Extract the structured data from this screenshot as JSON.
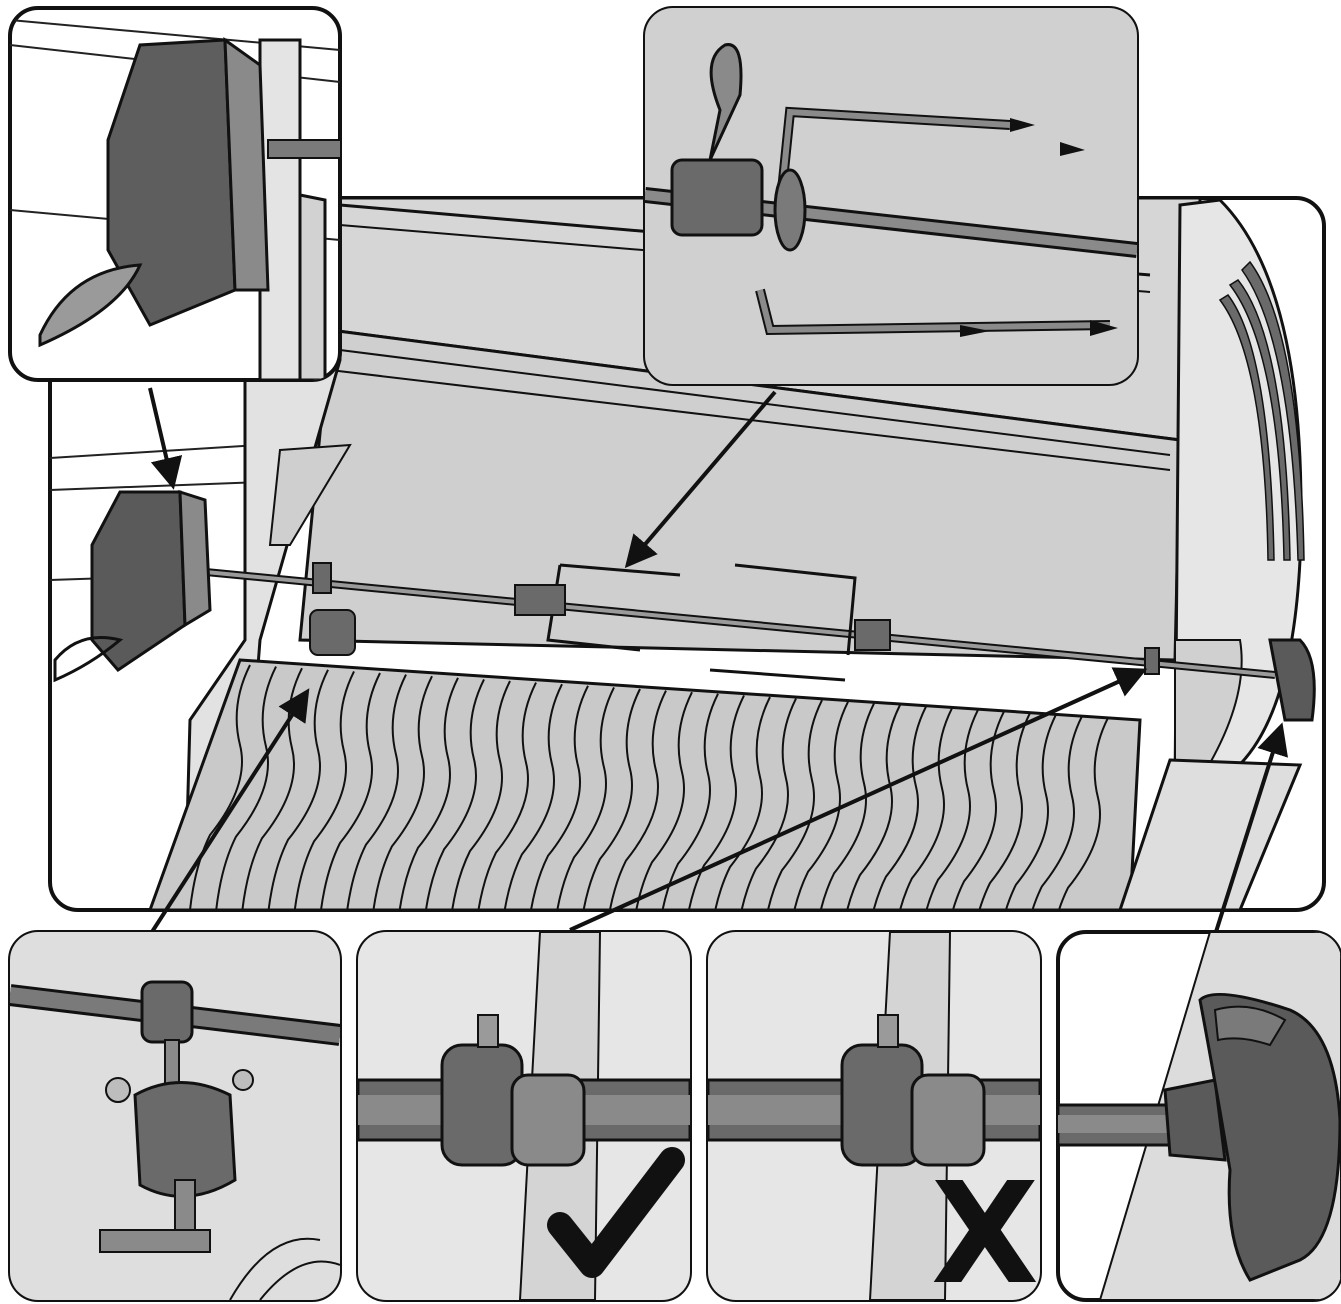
{
  "figure": {
    "palette": {
      "background": "#ffffff",
      "panel_fill": "#d9d9d9",
      "metal_light": "#c8c8c8",
      "metal_mid": "#a6a6a6",
      "part_dark": "#7a7a7a",
      "part_darker": "#5e5e5e",
      "outline": "#1a1a1a",
      "mark": "#111111"
    },
    "callouts": [
      {
        "id": "motor",
        "icon": "rotisserie-motor-icon"
      },
      {
        "id": "spit-fork",
        "icon": "spit-fork-icon"
      },
      {
        "id": "support-collar",
        "icon": "support-collar-icon"
      },
      {
        "id": "collar-correct",
        "icon": "collar-correct-position-icon"
      },
      {
        "id": "collar-incorrect",
        "icon": "collar-incorrect-position-icon"
      },
      {
        "id": "handle",
        "icon": "spit-handle-icon"
      }
    ],
    "marks": {
      "correct": "check-mark-icon",
      "incorrect": "x-mark-icon",
      "incorrect_glyph": "X"
    }
  }
}
